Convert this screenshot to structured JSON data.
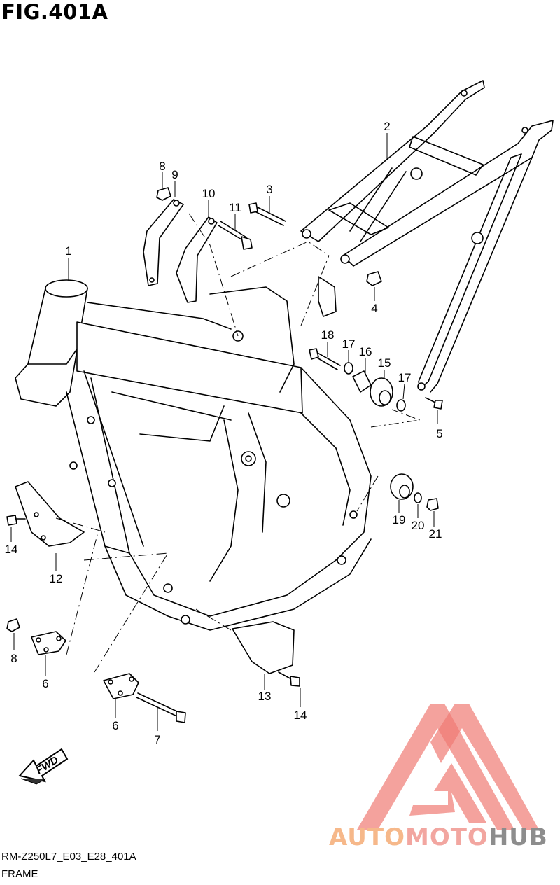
{
  "figure": {
    "title": "FIG.401A",
    "code": "RM-Z250L7_E03_E28_401A",
    "name": "FRAME"
  },
  "fwd_label": "FWD",
  "callouts": [
    {
      "id": "1",
      "label": "1"
    },
    {
      "id": "2",
      "label": "2"
    },
    {
      "id": "3",
      "label": "3"
    },
    {
      "id": "4",
      "label": "4"
    },
    {
      "id": "5",
      "label": "5"
    },
    {
      "id": "6a",
      "label": "6"
    },
    {
      "id": "6b",
      "label": "6"
    },
    {
      "id": "7",
      "label": "7"
    },
    {
      "id": "8a",
      "label": "8"
    },
    {
      "id": "8b",
      "label": "8"
    },
    {
      "id": "9",
      "label": "9"
    },
    {
      "id": "10",
      "label": "10"
    },
    {
      "id": "11",
      "label": "11"
    },
    {
      "id": "12",
      "label": "12"
    },
    {
      "id": "13",
      "label": "13"
    },
    {
      "id": "14a",
      "label": "14"
    },
    {
      "id": "14b",
      "label": "14"
    },
    {
      "id": "15",
      "label": "15"
    },
    {
      "id": "16",
      "label": "16"
    },
    {
      "id": "17a",
      "label": "17"
    },
    {
      "id": "17b",
      "label": "17"
    },
    {
      "id": "18",
      "label": "18"
    },
    {
      "id": "19",
      "label": "19"
    },
    {
      "id": "20",
      "label": "20"
    },
    {
      "id": "21",
      "label": "21"
    }
  ],
  "watermark": {
    "part1": "AUTO",
    "part2": "MOTO",
    "part3": "HUB",
    "colors": {
      "auto": "#f6b88a",
      "moto": "#f2a6a0",
      "hub": "#8d8d8d",
      "logo": "#ef7a73"
    }
  }
}
